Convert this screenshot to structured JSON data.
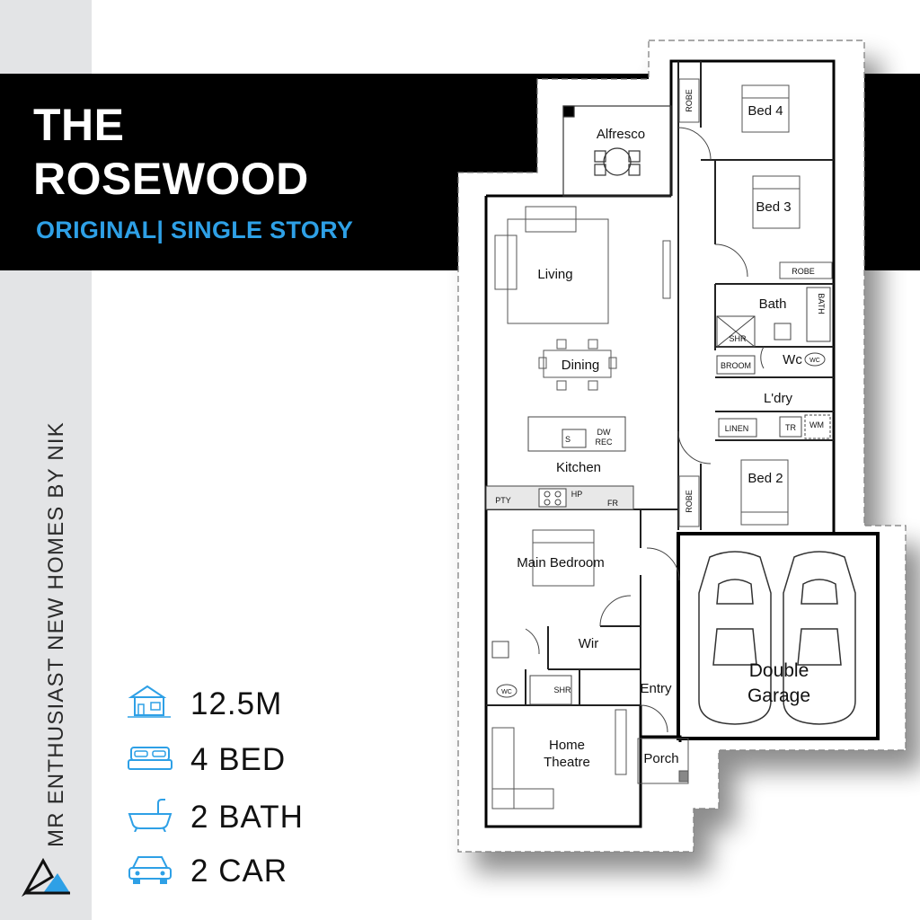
{
  "brand": {
    "title_line1": "THE",
    "title_line2": "ROSEWOOD",
    "subtitle": "ORIGINAL| SINGLE STORY",
    "sidebar_text": "MR ENTHUSIAST NEW HOMES BY NIK"
  },
  "colors": {
    "banner": "#000000",
    "accent": "#2ea0e6",
    "sidebar": "#e3e4e6"
  },
  "specs": [
    {
      "icon": "house-width-icon",
      "text": "12.5M"
    },
    {
      "icon": "bed-icon",
      "text": "4 BED"
    },
    {
      "icon": "bathtub-icon",
      "text": "2 BATH"
    },
    {
      "icon": "car-icon",
      "text": "2 CAR"
    }
  ],
  "rooms": {
    "alfresco": "Alfresco",
    "bed4": "Bed 4",
    "bed3": "Bed 3",
    "bed2": "Bed 2",
    "living": "Living",
    "dining": "Dining",
    "kitchen": "Kitchen",
    "bath": "Bath",
    "wc": "Wc",
    "laundry": "L'dry",
    "main_bedroom": "Main Bedroom",
    "wir": "Wir",
    "entry": "Entry",
    "garage_line1": "Double",
    "garage_line2": "Garage",
    "home_theatre_line1": "Home",
    "home_theatre_line2": "Theatre",
    "porch": "Porch"
  },
  "fixtures": {
    "robe": "ROBE",
    "shr": "SHR",
    "bath_tub": "BATH",
    "broom": "BROOM",
    "linen": "LINEN",
    "wm": "WM",
    "tr": "TR",
    "wc": "WC",
    "pty": "PTY",
    "fr": "FR",
    "hp": "HP",
    "dw": "DW",
    "rec": "REC",
    "sink": "S"
  }
}
